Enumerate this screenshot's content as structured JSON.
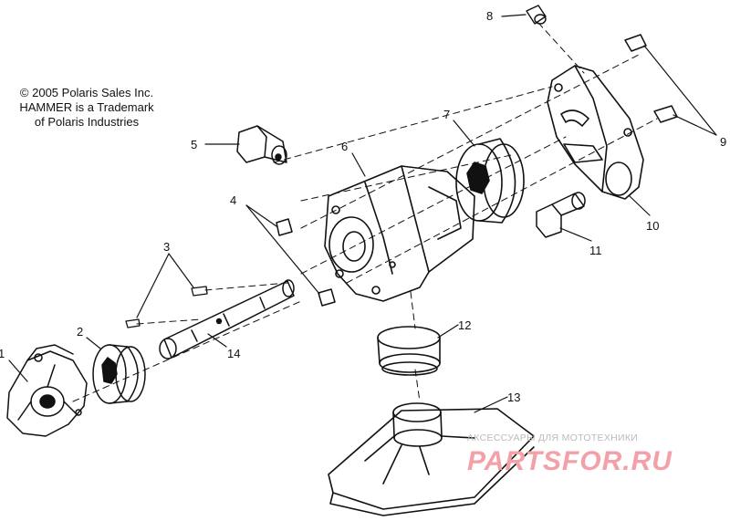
{
  "copyright": {
    "line1": "© 2005 Polaris Sales Inc.",
    "line2": "HAMMER is a Trademark",
    "line3": "of Polaris Industries"
  },
  "callouts": {
    "n1": "1",
    "n2": "2",
    "n3": "3",
    "n4": "4",
    "n5": "5",
    "n6": "6",
    "n7": "7",
    "n8": "8",
    "n9": "9",
    "n10": "10",
    "n11": "11",
    "n12": "12",
    "n13": "13",
    "n14": "14"
  },
  "watermark": {
    "tagline": "АКСЕССУАРЫ ДЛЯ МОТОТЕХНИКИ",
    "logo": "PARTSFOR.RU"
  }
}
